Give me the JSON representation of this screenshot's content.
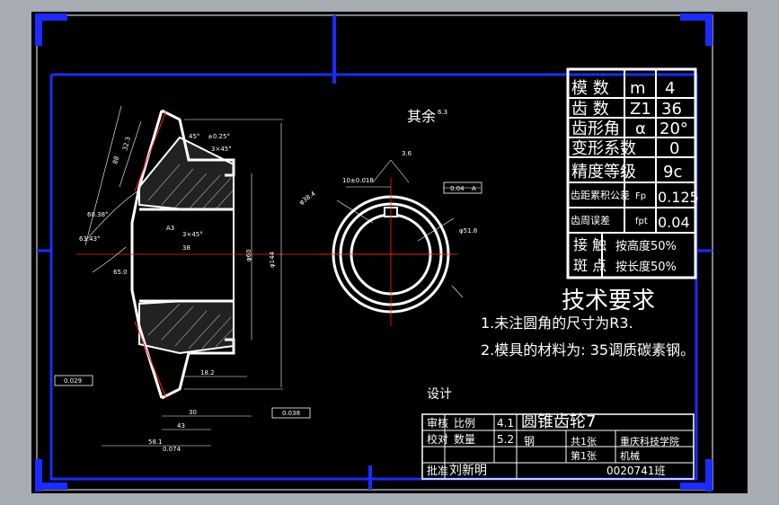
{
  "drawing": {
    "surface_roughness": "其余",
    "roughness_value": "6.3",
    "parameter_table": [
      {
        "name": "模 数",
        "symbol": "m",
        "value": "4"
      },
      {
        "name": "齿 数",
        "symbol": "Z1",
        "value": "36"
      },
      {
        "name": "齿形角",
        "symbol": "α",
        "value": "20°"
      },
      {
        "name": "变形系数",
        "symbol": "",
        "value": "0"
      },
      {
        "name": "精度等级",
        "symbol": "",
        "value": "9c"
      },
      {
        "name": "齿距累积公差",
        "symbol": "Fp",
        "value": "0.125"
      },
      {
        "name": "齿周误差",
        "symbol": "fpt",
        "value": "0.04"
      },
      {
        "name": "接 触",
        "symbol": "",
        "value": "按高度50%"
      },
      {
        "name": "斑 点",
        "symbol": "",
        "value": "按长度50%"
      }
    ],
    "tech_req_title": "技术要求",
    "tech_req_1": "1.未注圆角的尺寸为R3.",
    "tech_req_2": "2.模具的材料为: 35调质碳素钢。",
    "title_block": {
      "part_name": "圆锥齿轮7",
      "design": "设计",
      "check": "审核",
      "review": "校对",
      "approve": "批准",
      "drafter": "刘新明",
      "scale1": "4.1",
      "scale2": "5.2",
      "label1": "比例",
      "label2": "数量",
      "sheet": "共1张",
      "sheet2": "第1张",
      "school": "重庆科技学院",
      "class": "机械",
      "drawing_no": "0020741班",
      "material": "钢"
    },
    "dimensions": {
      "d1": "88",
      "d2": "32.3",
      "d3": "60.38°",
      "d4": "63.43°",
      "d5": "65.0",
      "d6": "45°",
      "d7": "±0.25°",
      "d8": "3×45°",
      "d9": "3×45°",
      "d10": "38",
      "d11": "A3",
      "d12": "φ60",
      "d13": "φ144",
      "d14": "18.2",
      "d15": "30",
      "d16": "43",
      "d17": "58.1",
      "d18": "0.074",
      "d19": "0.029",
      "d20": "0.038",
      "d21": "φ38.4",
      "d22": "φ51.8",
      "d23": "10±0.018",
      "d24": "0.04",
      "d25": "A",
      "d26": "3.6"
    }
  }
}
